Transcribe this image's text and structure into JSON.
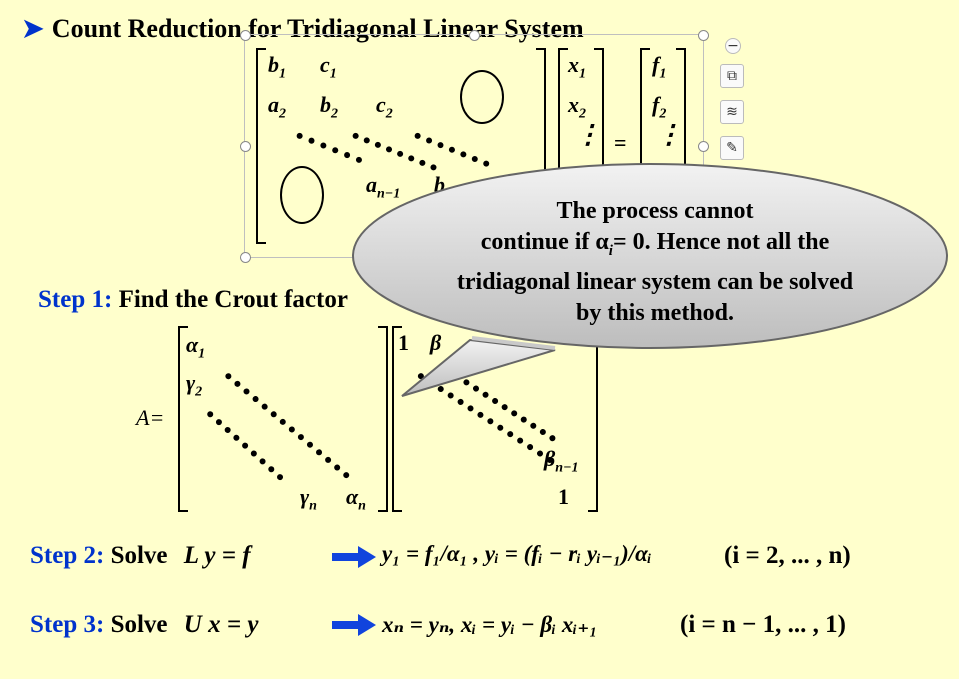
{
  "title": "Count Reduction for Tridiagonal Linear System",
  "callout": {
    "line1": "The process cannot",
    "line2": "continue if α",
    "line2_sub": "i",
    "line2_rest": "= 0.  Hence not all the",
    "line3": "tridiagonal linear system can be solved",
    "line4": "by this method."
  },
  "step1": {
    "label": "Step 1:",
    "text": "Find the Crout factor"
  },
  "step2": {
    "label": "Step 2:",
    "text": "Solve",
    "lhs": "L y = f",
    "formula": "y₁ = f₁/α₁ ,  yᵢ = (fᵢ − rᵢ yᵢ₋₁)/αᵢ",
    "range": "(i = 2, ... , n)"
  },
  "step3": {
    "label": "Step 3:",
    "text": "Solve",
    "lhs": "U x = y",
    "formula": "xₙ = yₙ,  xᵢ = yᵢ − βᵢ xᵢ₊₁",
    "range": "(i = n − 1, ... , 1)"
  },
  "matrixA": {
    "b1": "b",
    "c1": "c",
    "a2": "a",
    "b2": "b",
    "c2": "c",
    "an1": "a",
    "bn": "b"
  },
  "vectors": {
    "x1": "x",
    "x2": "x",
    "f1": "f",
    "f2": "f",
    "eq": "="
  },
  "factor": {
    "alpha1": "α",
    "gamma2": "γ",
    "gamman": "γ",
    "alphan": "α",
    "one1": "1",
    "beta1": "β",
    "betan1": "β",
    "one2": "1",
    "A": "A="
  },
  "colors": {
    "accent": "#0033CC",
    "background": "#FFFFCC"
  }
}
